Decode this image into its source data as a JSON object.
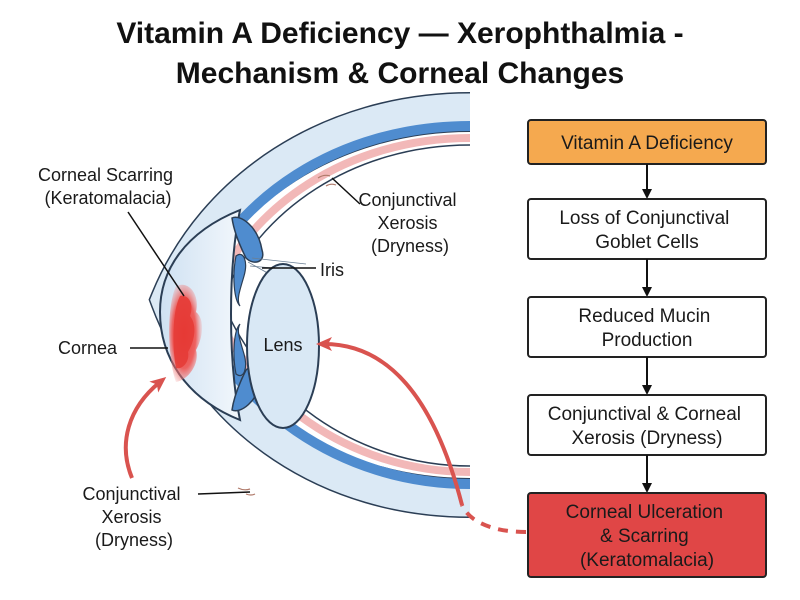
{
  "title": {
    "line1": "Vitamin A Deficiency — Xerophthalmia -",
    "line2": "Mechanism & Corneal Changes"
  },
  "labels": {
    "corneal_scarring": [
      "Corneal Scarring",
      "(Keratomalacia)"
    ],
    "cornea": "Cornea",
    "conj_xerosis_top": [
      "Conjunctival",
      "Xerosis",
      "(Dryness)"
    ],
    "iris": "Iris",
    "lens": "Lens",
    "conj_xerosis_bottom": [
      "Conjunctival",
      "Xerosis",
      "(Dryness)"
    ]
  },
  "flow": [
    {
      "lines": [
        "Vitamin A Deficiency"
      ],
      "fill": "#f5a94f"
    },
    {
      "lines": [
        "Loss of Conjunctival",
        "Goblet Cells"
      ],
      "fill": "#ffffff"
    },
    {
      "lines": [
        "Reduced Mucin",
        "Production"
      ],
      "fill": "#ffffff"
    },
    {
      "lines": [
        "Conjunctival & Corneal",
        "Xerosis (Dryness)"
      ],
      "fill": "#ffffff"
    },
    {
      "lines": [
        "Corneal Ulceration",
        "& Scarring",
        "(Keratomalacia)"
      ],
      "fill": "#e04646"
    }
  ],
  "colors": {
    "arrow_red": "#d9534f",
    "eye_light_blue": "#dbe9f5",
    "eye_mid_blue": "#4f8ccf",
    "sclera_pink": "#f2b8b8",
    "lesion_red": "#e53935"
  }
}
